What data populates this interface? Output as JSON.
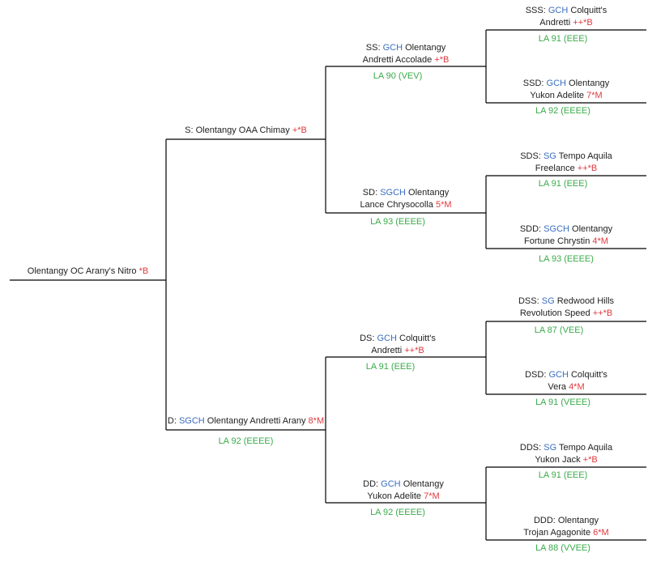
{
  "colors": {
    "title": "#3a6ec0",
    "rating": "#e0393e",
    "la": "#3aaa4a",
    "line": "#000000"
  },
  "dog": {
    "name": "Olentangy OC Arany's Nitro",
    "rating": "*B"
  },
  "s": {
    "prefix": "S:",
    "title": "",
    "name": "Olentangy OAA Chimay",
    "rating": "+*B",
    "la": ""
  },
  "d": {
    "prefix": "D:",
    "title": "SGCH",
    "name": "Olentangy Andretti Arany",
    "rating": "8*M",
    "la": "LA 92 (EEEE)"
  },
  "ss": {
    "prefix": "SS:",
    "title": "GCH",
    "line1_rest": "Olentangy",
    "line2": "Andretti Accolade",
    "rating": "+*B",
    "la": "LA 90 (VEV)"
  },
  "sd": {
    "prefix": "SD:",
    "title": "SGCH",
    "line1_rest": "Olentangy",
    "line2": "Lance Chrysocolla",
    "rating": "5*M",
    "la": "LA 93 (EEEE)"
  },
  "ds": {
    "prefix": "DS:",
    "title": "GCH",
    "line1_rest": "Colquitt's",
    "line2": "Andretti",
    "rating": "++*B",
    "la": "LA 91 (EEE)"
  },
  "dd": {
    "prefix": "DD:",
    "title": "GCH",
    "line1_rest": "Olentangy",
    "line2": "Yukon Adelite",
    "rating": "7*M",
    "la": "LA 92 (EEEE)"
  },
  "sss": {
    "prefix": "SSS:",
    "title": "GCH",
    "line1_rest": "Colquitt's",
    "line2": "Andretti",
    "rating": "++*B",
    "la": "LA 91 (EEE)"
  },
  "ssd": {
    "prefix": "SSD:",
    "title": "GCH",
    "line1_rest": "Olentangy",
    "line2": "Yukon Adelite",
    "rating": "7*M",
    "la": "LA 92 (EEEE)"
  },
  "sds": {
    "prefix": "SDS:",
    "title": "SG",
    "line1_rest": "Tempo Aquila",
    "line2": "Freelance",
    "rating": "++*B",
    "la": "LA 91 (EEE)"
  },
  "sdd": {
    "prefix": "SDD:",
    "title": "SGCH",
    "line1_rest": "Olentangy",
    "line2": "Fortune Chrystin",
    "rating": "4*M",
    "la": "LA 93 (EEEE)"
  },
  "dss": {
    "prefix": "DSS:",
    "title": "SG",
    "line1_rest": "Redwood Hills",
    "line2": "Revolution Speed",
    "rating": "++*B",
    "la": "LA 87 (VEE)"
  },
  "dsd": {
    "prefix": "DSD:",
    "title": "GCH",
    "line1_rest": "Colquitt's",
    "line2": "Vera",
    "rating": "4*M",
    "la": "LA 91 (VEEE)"
  },
  "dds": {
    "prefix": "DDS:",
    "title": "SG",
    "line1_rest": "Tempo Aquila",
    "line2": "Yukon Jack",
    "rating": "+*B",
    "la": "LA 91 (EEE)"
  },
  "ddd": {
    "prefix": "DDD:",
    "title": "",
    "line1_rest": "Olentangy",
    "line2": "Trojan Agagonite",
    "rating": "6*M",
    "la": "LA 88 (VVEE)"
  }
}
